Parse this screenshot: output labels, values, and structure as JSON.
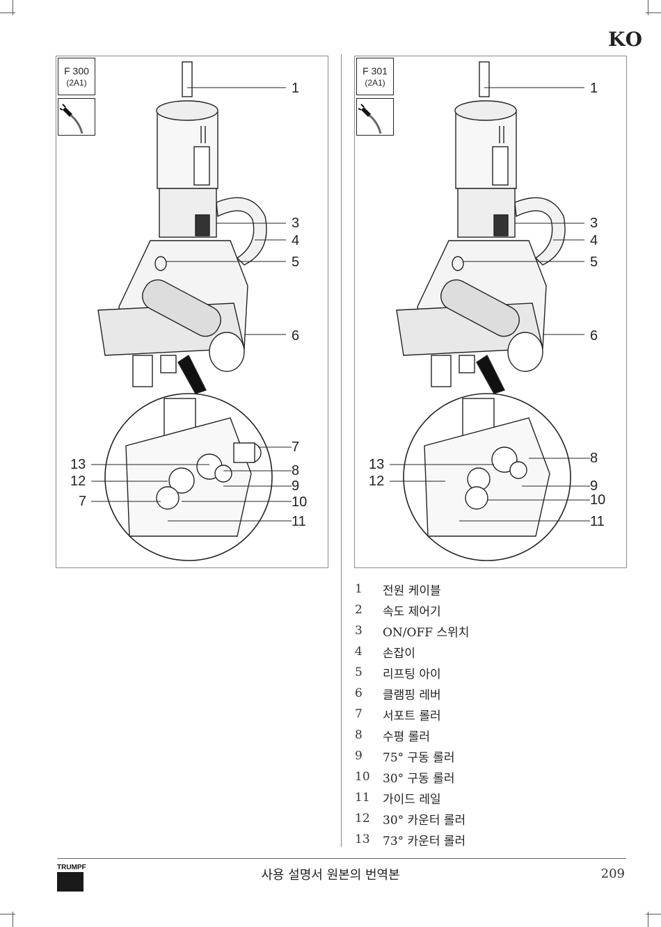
{
  "header": {
    "language_code": "KO"
  },
  "figures": [
    {
      "model": "F 300",
      "variant": "(2A1)",
      "icon": "power-plug-icon",
      "callouts": [
        "1",
        "3",
        "4",
        "5",
        "6",
        "7",
        "8",
        "9",
        "10",
        "11",
        "13",
        "12",
        "7"
      ]
    },
    {
      "model": "F 301",
      "variant": "(2A1)",
      "icon": "power-plug-icon",
      "callouts": [
        "1",
        "3",
        "4",
        "5",
        "6",
        "8",
        "9",
        "10",
        "11",
        "13",
        "12"
      ]
    }
  ],
  "legend": [
    {
      "num": "1",
      "text": "전원 케이블"
    },
    {
      "num": "2",
      "text": "속도 제어기"
    },
    {
      "num": "3",
      "text": "ON/OFF 스위치"
    },
    {
      "num": "4",
      "text": "손잡이"
    },
    {
      "num": "5",
      "text": "리프팅 아이"
    },
    {
      "num": "6",
      "text": "클램핑 레버"
    },
    {
      "num": "7",
      "text": "서포트 롤러"
    },
    {
      "num": "8",
      "text": "수평 롤러"
    },
    {
      "num": "9",
      "text": "75° 구동 롤러"
    },
    {
      "num": "10",
      "text": "30° 구동 롤러"
    },
    {
      "num": "11",
      "text": "가이드 레일"
    },
    {
      "num": "12",
      "text": "30° 카운터 롤러"
    },
    {
      "num": "13",
      "text": "73° 카운터 롤러"
    }
  ],
  "footer": {
    "logo_text": "TRUMPF",
    "title": "사용 설명서 원본의 번역본",
    "page_number": "209"
  }
}
